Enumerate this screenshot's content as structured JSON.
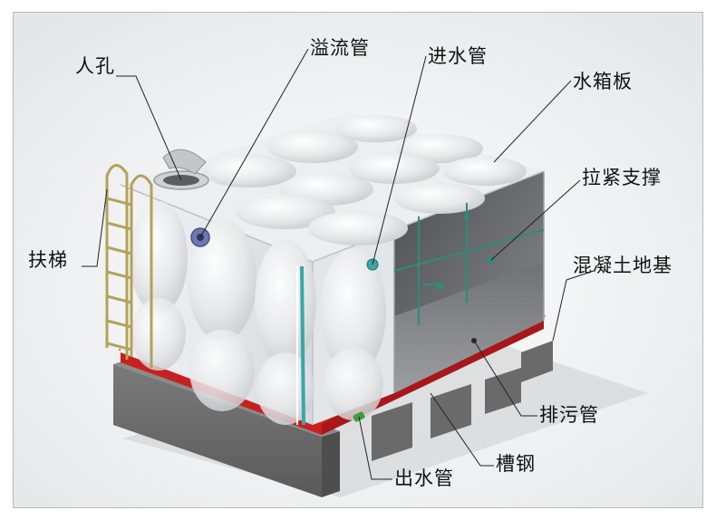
{
  "labels": {
    "manhole": "人孔",
    "overflow_pipe": "溢流管",
    "inlet_pipe": "进水管",
    "tank_panel": "水箱板",
    "tie_rod_support": "拉紧支撑",
    "ladder": "扶梯",
    "concrete_foundation": "混凝土地基",
    "drain_pipe": "排污管",
    "channel_steel": "槽钢",
    "outlet_pipe": "出水管"
  },
  "colors": {
    "channel_steel": "#c8201e",
    "concrete": "#6b6b6b",
    "panel": "#e9ebec",
    "flange_blue": "#6f78b0",
    "pipe_teal": "#3aa6a6",
    "ladder": "#b3a25a",
    "outlet_green": "#3c9d3c"
  }
}
